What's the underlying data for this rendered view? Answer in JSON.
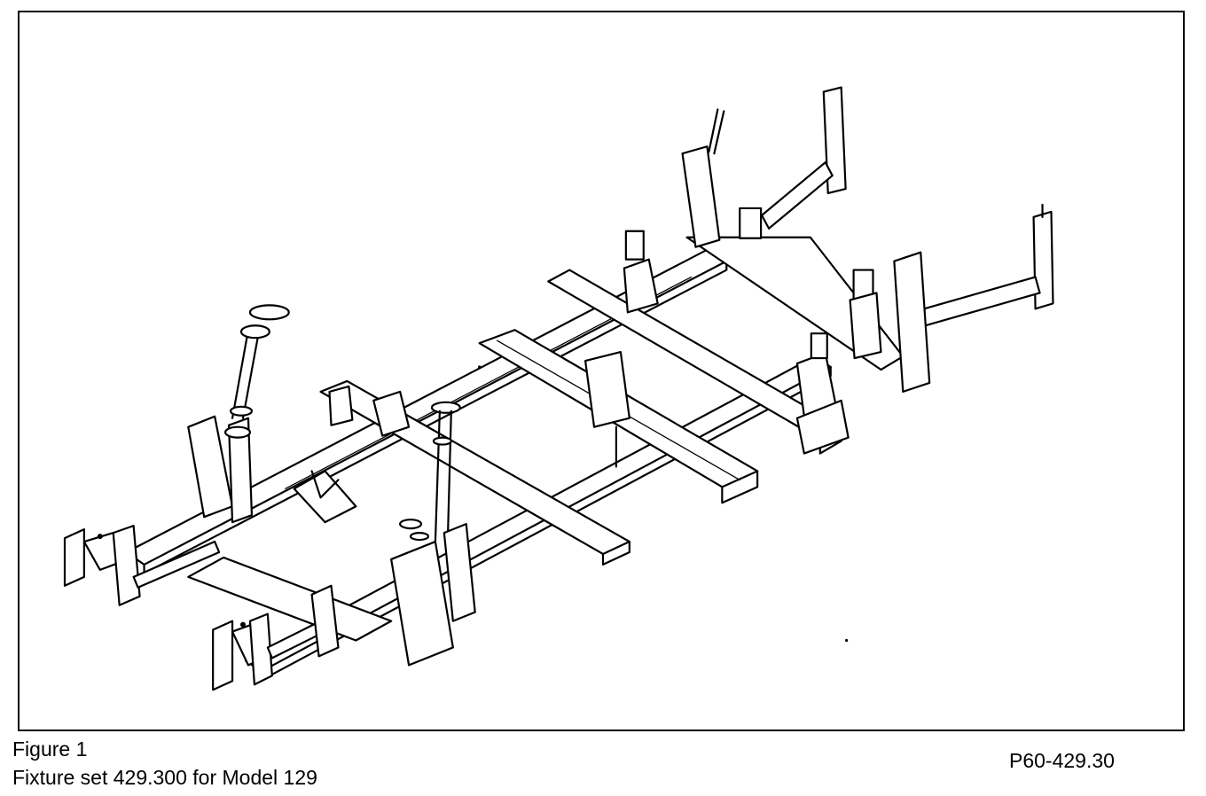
{
  "figure": {
    "label": "Figure 1",
    "title": "Fixture set 429.300 for Model 129",
    "code": "P60-429.30"
  },
  "colors": {
    "line": "#000000",
    "background": "#ffffff"
  }
}
